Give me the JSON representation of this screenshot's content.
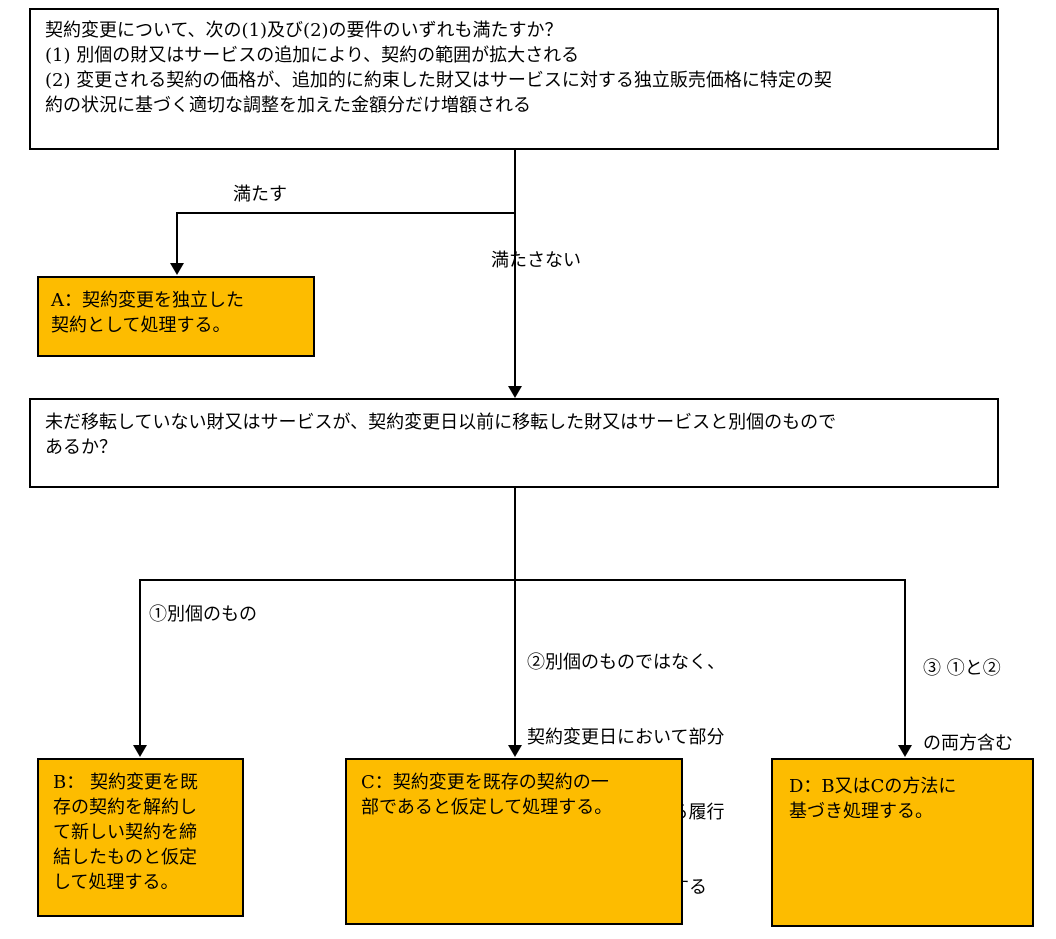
{
  "question1": {
    "lines": [
      "契約変更について、次の(1)及び(2)の要件のいずれも満たすか？",
      "(1) 別個の財又はサービスの追加により、契約の範囲が拡大される",
      "(2) 変更される契約の価格が、追加的に約束した財又はサービスに対する独立販売価格に特定の契",
      "約の状況に基づく適切な調整を加えた金額分だけ増額される"
    ]
  },
  "edges": {
    "satisfies": "満たす",
    "not_satisfies": "満たさない",
    "separate": "①別個のもの",
    "not_separate": [
      "②別個のものではなく、",
      "契約変更日において部分",
      "的に充足されている履行",
      "義務の一部を構成する"
    ],
    "both": [
      "③ ①と②",
      "の両方含む"
    ]
  },
  "outcome_a": {
    "lines": [
      "A：契約変更を独立した",
      "契約として処理する。"
    ]
  },
  "question2": {
    "lines": [
      "未だ移転していない財又はサービスが、契約変更日以前に移転した財又はサービスと別個のもので",
      "あるか？"
    ]
  },
  "outcome_b": {
    "lines": [
      "B： 契約変更を既",
      "存の契約を解約し",
      "て新しい契約を締",
      "結したものと仮定",
      "して処理する。"
    ]
  },
  "outcome_c": {
    "lines": [
      "C：契約変更を既存の契約の一",
      "部であると仮定して処理する。"
    ]
  },
  "outcome_d": {
    "lines": [
      "D：B又はCの方法に",
      "基づき処理する。"
    ]
  },
  "colors": {
    "outcome_fill": "#fdbc00",
    "line": "#000000",
    "box_fill": "#ffffff"
  }
}
